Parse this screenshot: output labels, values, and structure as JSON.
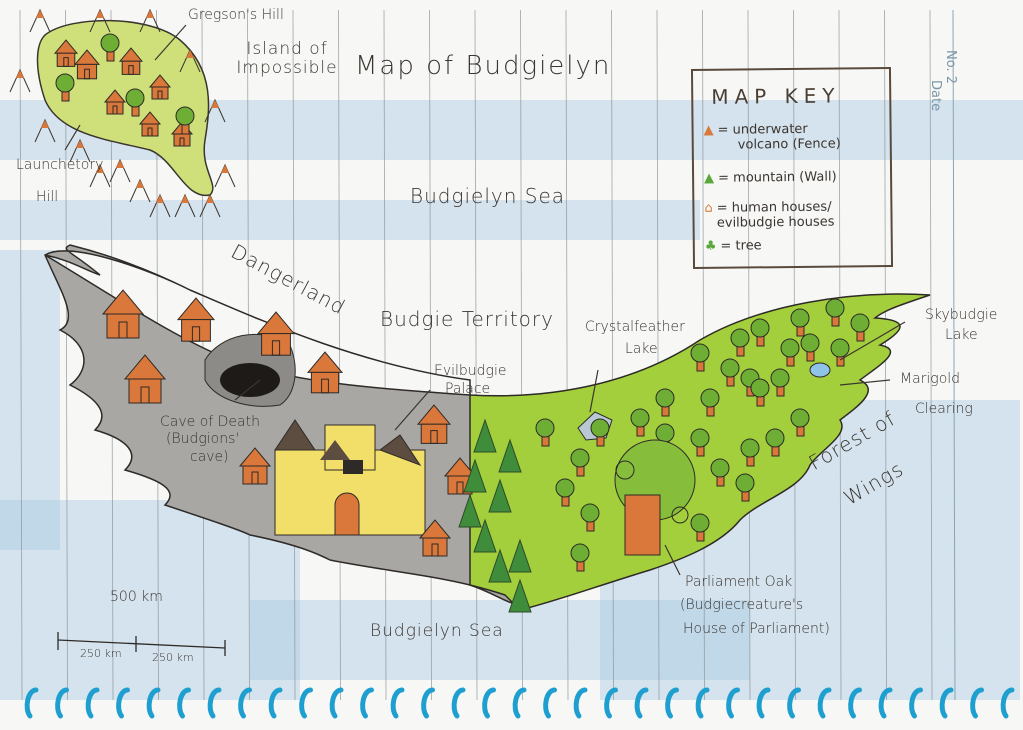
{
  "map": {
    "title": "Map of Budgielyn",
    "notebook": {
      "number_label": "No.",
      "number_value": "2",
      "date_label": "Date"
    },
    "regions": {
      "island": "Island of Impossible",
      "gregsons_hill": "Gregson's Hill",
      "launchetory_hill": [
        "Launchetory",
        "Hill"
      ],
      "sea_top": "Budgielyn Sea",
      "sea_bottom": "Budgielyn Sea",
      "dangerland": "Dangerland",
      "budgie_territory": "Budgie Territory",
      "cave": [
        "Cave of Death",
        "(Budgions'",
        "cave)"
      ],
      "palace": [
        "Evilbudgie",
        "Palace"
      ],
      "crystal_lake": [
        "Crystalfeather",
        "Lake"
      ],
      "skybudgie_lake": [
        "Skybudgie",
        "Lake"
      ],
      "marigold": [
        "Marigold",
        "Clearing"
      ],
      "forest": [
        "Forest of",
        "Wings"
      ],
      "parliament": [
        "Parliament Oak",
        "(Budgiecreature's",
        "House of Parliament)"
      ]
    },
    "key": {
      "title": "MAP KEY",
      "items": [
        {
          "symbol": "volcano-icon",
          "text": [
            "= underwater",
            "volcano (Fence)"
          ]
        },
        {
          "symbol": "mountain-icon",
          "text": [
            "= mountain (Wall)"
          ]
        },
        {
          "symbol": "house-icon",
          "text": [
            "= human houses/",
            "evilbudgie houses"
          ]
        },
        {
          "symbol": "tree-icon",
          "text": [
            "= tree"
          ]
        }
      ]
    },
    "scale": {
      "total": "500 km",
      "left": "250 km",
      "right": "250 km"
    },
    "colors": {
      "sea": "#a9c9e2",
      "forest": "#9cc93a",
      "dangerland": "#a8a6a2",
      "house": "#d9783a",
      "castle": "#f1df6a",
      "binding": "#1f9fd0"
    }
  }
}
